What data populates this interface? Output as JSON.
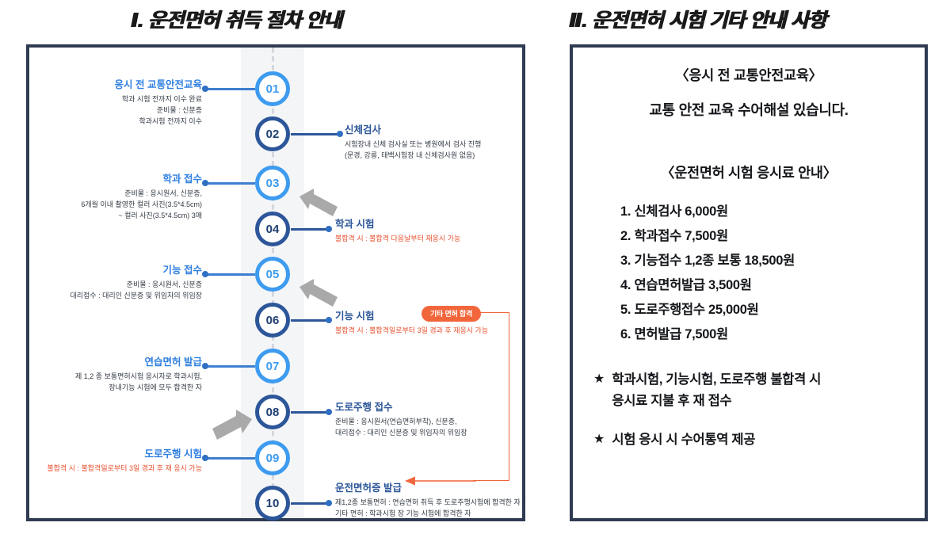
{
  "headings": {
    "left": "Ⅰ. 운전면허 취득 절차 안내",
    "right": "Ⅱ. 운전면허 시험 기타 안내 사항"
  },
  "colors": {
    "border": "#2f3b52",
    "light_blue": "#3d9bf0",
    "dark_blue": "#2c5699",
    "orange": "#f2663c",
    "red_text": "#e8502d",
    "band": "#f4f5f7"
  },
  "timeline": {
    "steps": [
      {
        "num": "01",
        "side": "left",
        "style": "light",
        "title": "응시 전 교통안전교육",
        "lines": [
          {
            "text": "학과 시험 전까지 이수 완료",
            "red": false
          },
          {
            "text": "준비물 : 신분증",
            "red": false
          },
          {
            "text": "학과시험 전까지 이수",
            "red": false
          }
        ]
      },
      {
        "num": "02",
        "side": "right",
        "style": "dark",
        "title": "신체검사",
        "lines": [
          {
            "text": "시험장내 신체 검사실 또는 병원에서 검사 진행",
            "red": false
          },
          {
            "text": "(문경, 강릉, 태백시험장 내 신체검사원 없음)",
            "red": false
          }
        ]
      },
      {
        "num": "03",
        "side": "left",
        "style": "light",
        "title": "학과 접수",
        "lines": [
          {
            "text": "준비물 : 응시원서, 신분증,",
            "red": false
          },
          {
            "text": "6개월 이내 촬영한 컬러 사진(3.5*4.5cm)",
            "red": false
          },
          {
            "text": "~ 컬러 사진(3.5*4.5cm) 3매",
            "red": false
          }
        ]
      },
      {
        "num": "04",
        "side": "right",
        "style": "dark",
        "title": "학과 시험",
        "lines": [
          {
            "text": "불합격 시 : 불합격 다음날부터 재응시 가능",
            "red": true
          }
        ]
      },
      {
        "num": "05",
        "side": "left",
        "style": "light",
        "title": "기능 접수",
        "lines": [
          {
            "text": "준비물 : 응시원서, 신분증",
            "red": false
          },
          {
            "text": "대리접수 : 대리인 신분증 및 위임자의 위임장",
            "red": false
          }
        ]
      },
      {
        "num": "06",
        "side": "right",
        "style": "dark",
        "title": "기능 시험",
        "lines": [
          {
            "text": "불합격 시 : 불합격일로부터 3일 경과 후 재응시 가능",
            "red": true
          }
        ]
      },
      {
        "num": "07",
        "side": "left",
        "style": "light",
        "title": "연습면허 발급",
        "lines": [
          {
            "text": "제 1,2 종 보통면허시험 응시자로 학과시험,",
            "red": false
          },
          {
            "text": "장내기능 시험에 모두 합격한 자",
            "red": false
          }
        ]
      },
      {
        "num": "08",
        "side": "right",
        "style": "dark",
        "title": "도로주행 접수",
        "lines": [
          {
            "text": "준비물 : 응시원서(연습면허부착), 신분증,",
            "red": false
          },
          {
            "text": "대리접수 : 대리인 신분증 및 위임자의 위임장",
            "red": false
          }
        ]
      },
      {
        "num": "09",
        "side": "left",
        "style": "light",
        "title": "도로주행 시험",
        "lines": [
          {
            "text": "불합격 시 : 불합격일로부터 3일 경과 후 재 응시 가능",
            "red": true
          }
        ]
      },
      {
        "num": "10",
        "side": "right",
        "style": "dark",
        "title": "운전면허증 발급",
        "lines": [
          {
            "text": "제1,2종 보통면허 : 연습면허 취득 후 도로주행시험에 합격한 자",
            "red": false
          },
          {
            "text": "기타 면허 : 학과시험 장 기능 시험에 합격한 자",
            "red": false
          }
        ]
      }
    ],
    "badge": "기타 면허 합격"
  },
  "right_panel": {
    "section1_title": "〈응시 전 교통안전교육〉",
    "section1_text": "교통 안전 교육 수어해설 있습니다.",
    "section2_title": "〈운전면허 시험 응시료 안내〉",
    "fees": [
      "1. 신체검사 6,000원",
      "2. 학과접수 7,500원",
      "3. 기능접수 1,2종 보통 18,500원",
      "4. 연습면허발급 3,500원",
      "5. 도로주행접수 25,000원",
      "6. 면허발급 7,500원"
    ],
    "notes": [
      {
        "star": "★",
        "line1": "학과시험, 기능시험, 도로주행 불합격 시",
        "line2": "응시료 지불 후 재 접수"
      },
      {
        "star": "★",
        "line1": "시험 응시 시 수어통역 제공",
        "line2": ""
      }
    ]
  }
}
